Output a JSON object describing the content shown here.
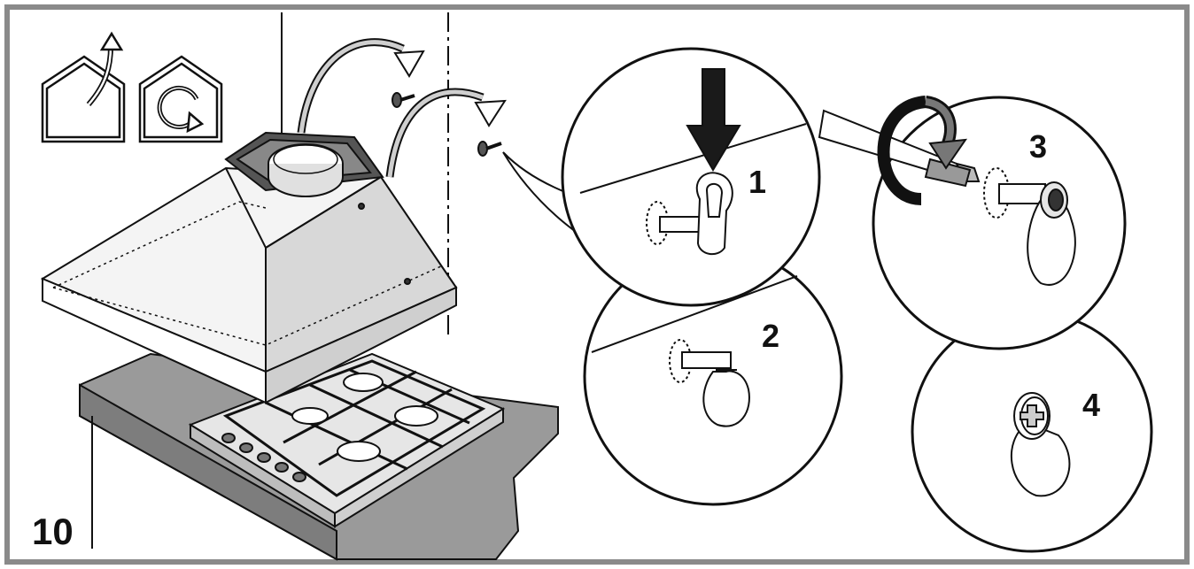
{
  "figure": {
    "page_number": "10",
    "steps": [
      "1",
      "2",
      "3",
      "4"
    ]
  },
  "colors": {
    "frame": "#8a8a8a",
    "ink": "#111111",
    "counter": "#9a9a9a",
    "hood_light": "#f4f4f4",
    "hood_shade": "#d8d8d8",
    "arrow_fill": "#1a1a1a"
  },
  "icons": {
    "ducted": "house-vent-out-icon",
    "recirculation": "house-recirculate-icon"
  }
}
